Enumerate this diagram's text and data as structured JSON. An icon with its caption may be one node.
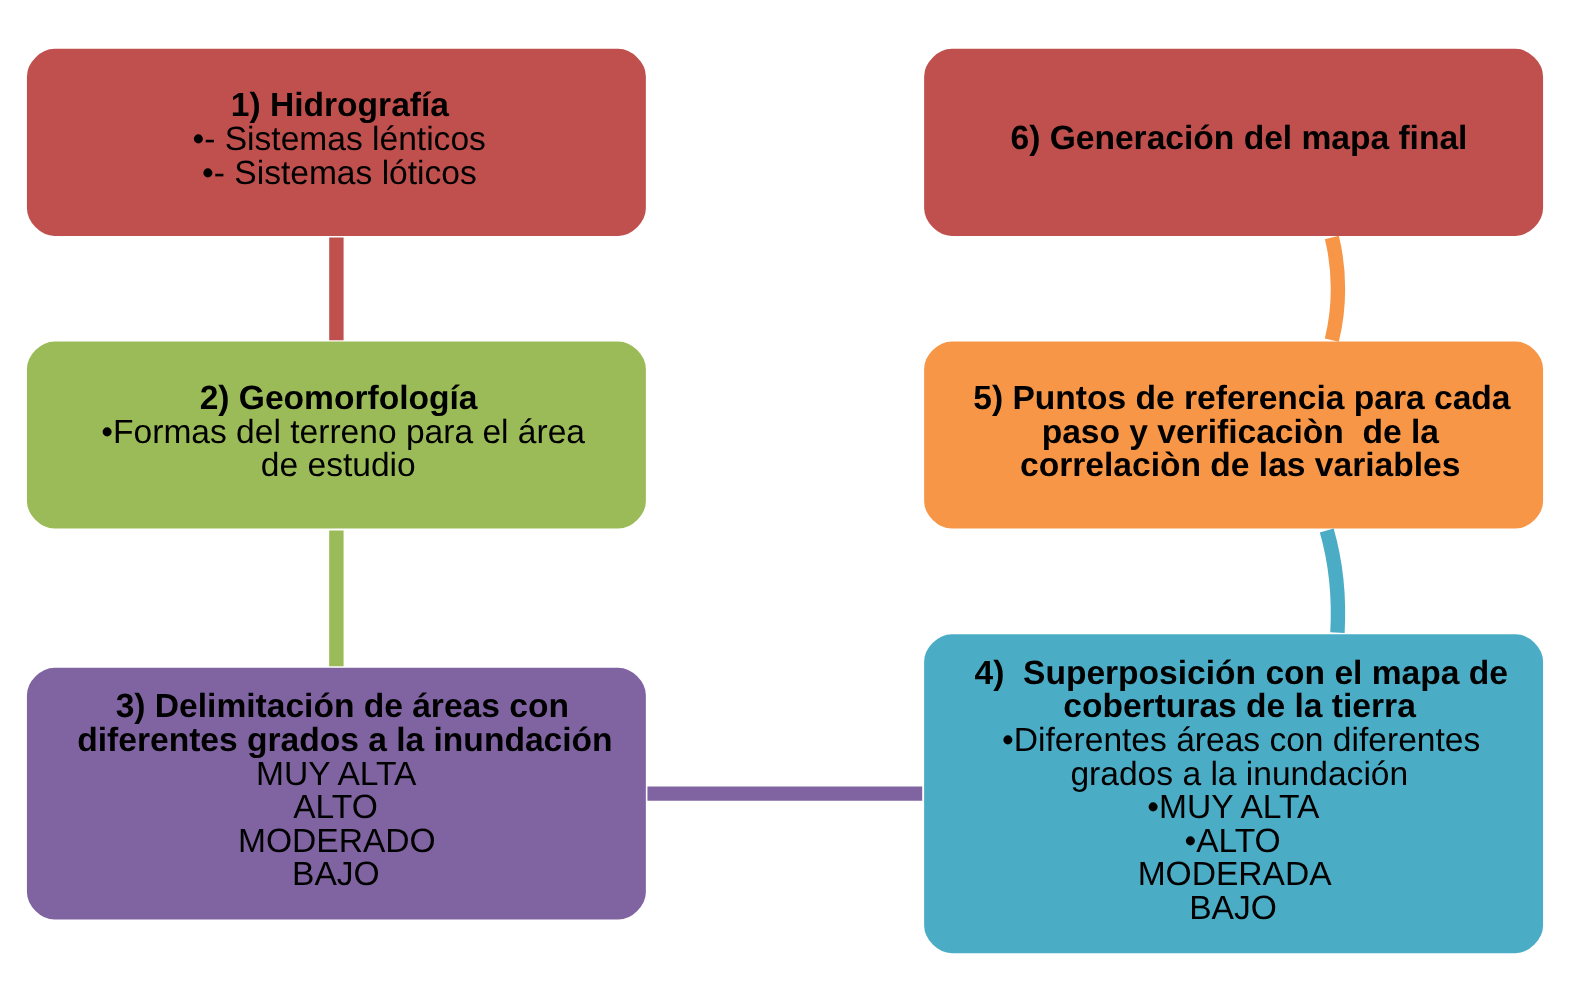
{
  "diagram": {
    "nodes": [
      {
        "text": [
          "1) Hidrografía",
          "•- Sistemas lénticos",
          "•- Sistemas lóticos"
        ]
      },
      {
        "text": [
          "2) Geomorfología",
          "•Formas del terreno para el área de estudio"
        ]
      },
      {
        "text": [
          "3) Delimitación de áreas con diferentes grados a la inundación",
          "MUY ALTA",
          "ALTO",
          "MODERADO",
          "BAJO"
        ]
      },
      {
        "text": [
          "4)  Superposición con el mapa de coberturas de la tierra",
          "•Diferentes áreas con diferentes grados a la inundación",
          "•MUY ALTA",
          "•ALTO",
          "MODERADA",
          "BAJO"
        ]
      },
      {
        "text": [
          "5) Puntos de referencia para cada paso y verificaciòn  de la correlaciòn de las variables"
        ]
      },
      {
        "text": [
          "6) Generación del mapa final"
        ]
      }
    ],
    "edges": [
      {
        "from": 0,
        "to": 1,
        "arrow": "none",
        "color": "#c0504d"
      },
      {
        "from": 1,
        "to": 2,
        "arrow": "none",
        "color": "#9bbb59"
      },
      {
        "from": 2,
        "to": 3,
        "arrow": "none",
        "color": "#8064a2"
      },
      {
        "from": 3,
        "to": 4,
        "arrow": "none",
        "color": "#4bacc6"
      },
      {
        "from": 4,
        "to": 5,
        "arrow": "none",
        "color": "#f79646"
      }
    ]
  }
}
